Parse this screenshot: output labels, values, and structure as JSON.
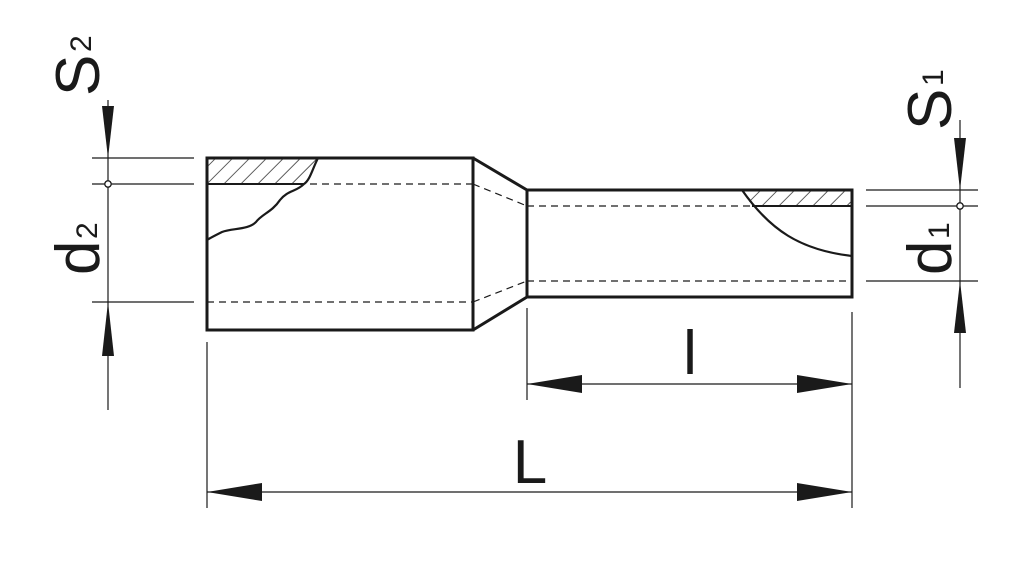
{
  "labels": {
    "s2_main": "S",
    "s2_sub": "2",
    "d2_main": "d",
    "d2_sub": "2",
    "s1_main": "S",
    "s1_sub": "1",
    "d1_main": "d",
    "d1_sub": "1",
    "l_short": "l",
    "l_total": "L"
  },
  "colors": {
    "ink": "#1a1a1a",
    "background": "#ffffff"
  }
}
